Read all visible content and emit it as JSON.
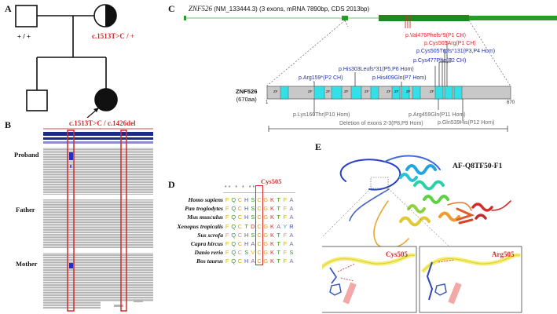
{
  "panels": [
    "A",
    "B",
    "C",
    "D",
    "E"
  ],
  "pedigree": {
    "father_genotype": "+ / +",
    "mother_genotype": "c.1513T>C / +",
    "proband_genotype": "c.1513T>C / c.1426del"
  },
  "igv": {
    "rows": [
      "Proband",
      "Father",
      "Mother"
    ]
  },
  "gene": {
    "title_gene": "ZNF526",
    "title_rest": " (NM_133444.3)  (3 exons, mRNA 7890bp, CDS 2013bp)",
    "protein_name": "ZNF526",
    "protein_length": "(670aa)",
    "start": "1",
    "end": "670",
    "zf_label": "ZF",
    "zf_count": 11,
    "mut_above_red": [
      "p.Val476Phefs*9(P1 CH)",
      "p.Cys505Arg(P1 CH)"
    ],
    "mut_above_blue": [
      "p.Cys505Trpfs*131(P3,P4 Hom)",
      "p.Cys477Phe(P2 CH)",
      "p.His303Leufs*31(P5,P6 Hom)",
      "p.Arg159*(P2 CH)",
      "p.His409Gln(P7 Hom)"
    ],
    "mut_below": [
      "p.Lys160Thr(P10 Hom)",
      "p.Arg459Gln(P11 Hom)",
      "p.Gln539His(P12 Hom)"
    ],
    "deletion": "Deletion of exons 2-3(P8,P9 Hom)"
  },
  "alignment": {
    "title": "Cys505",
    "species": [
      "Homo sapiens",
      "Pan troglodytes",
      "Mus musculus",
      "Xenopus tropicalis",
      "Sus scrofa",
      "Capra hircus",
      "Danio rerio",
      "Bos taurus"
    ],
    "sequences": [
      "FQCHSCGKTFA",
      "FQCHSCGKTFA",
      "FQCHSCGKTFA",
      "FQCTDCGKAYR",
      "FQCHSCGKTFA",
      "FQCHACGKTFA",
      "FQCSVCGKTFS",
      "FQCHACGKTFA"
    ],
    "stars": "** * * **"
  },
  "structure": {
    "model_id": "AF-Q8TF50-F1",
    "zoom_left_label": "Cys505",
    "zoom_right_label": "Arg505",
    "colors": {
      "red": "#d42a2a",
      "blue": "#2130a8",
      "cyan": "#33e0e8",
      "green": "#1e8a1e"
    }
  }
}
